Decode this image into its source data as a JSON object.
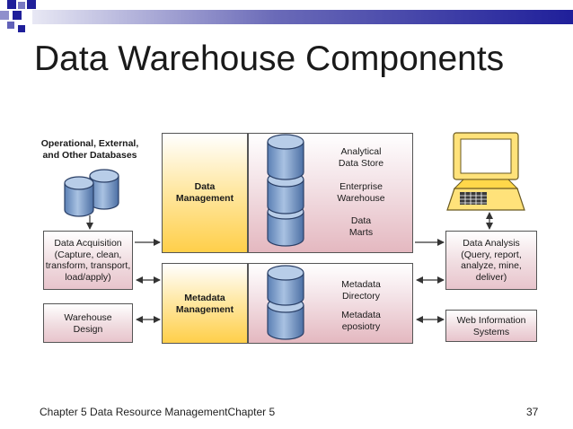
{
  "slide": {
    "title": "Data Warehouse Components",
    "footer_left": "Chapter 5 Data Resource ManagementChapter 5",
    "page_number": "37"
  },
  "diagram": {
    "sources_label": [
      "Operational, External,",
      "and Other Databases"
    ],
    "acquisition_label": [
      "Data Acquisition",
      "(Capture, clean,",
      "transform, transport,",
      "load/apply)"
    ],
    "design_label": [
      "Warehouse",
      "Design"
    ],
    "data_mgmt_label": [
      "Data",
      "Management"
    ],
    "metadata_mgmt_label": [
      "Metadata",
      "Management"
    ],
    "analytical_label": [
      "Analytical",
      "Data Store"
    ],
    "enterprise_label": [
      "Enterprise",
      "Warehouse"
    ],
    "marts_label": [
      "Data",
      "Marts"
    ],
    "metadata_dir_label": [
      "Metadata",
      "Directory"
    ],
    "metadata_repo_label": [
      "Metadata",
      "eposiotry"
    ],
    "analysis_label": [
      "Data Analysis",
      "(Query, report,",
      "analyze, mine,",
      "deliver)"
    ],
    "web_label": [
      "Web Information",
      "Systems"
    ]
  },
  "colors": {
    "accent": "#1f1f9a",
    "cylinder": "#7a9cc8",
    "panel_yellow": "#ffcf4a",
    "panel_pink": "#e4b8c0"
  }
}
